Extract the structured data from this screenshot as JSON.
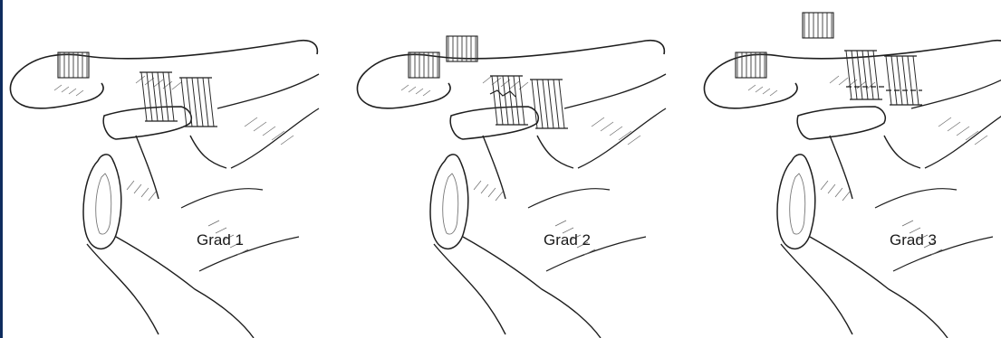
{
  "figure": {
    "panels": [
      {
        "label": "Grad 1"
      },
      {
        "label": "Grad 2"
      },
      {
        "label": "Grad 3"
      }
    ]
  },
  "colors": {
    "line": "#1e1e1e",
    "hatch": "#6a6a6a",
    "edge_bar": "#0e2c5e",
    "background": "#ffffff"
  }
}
